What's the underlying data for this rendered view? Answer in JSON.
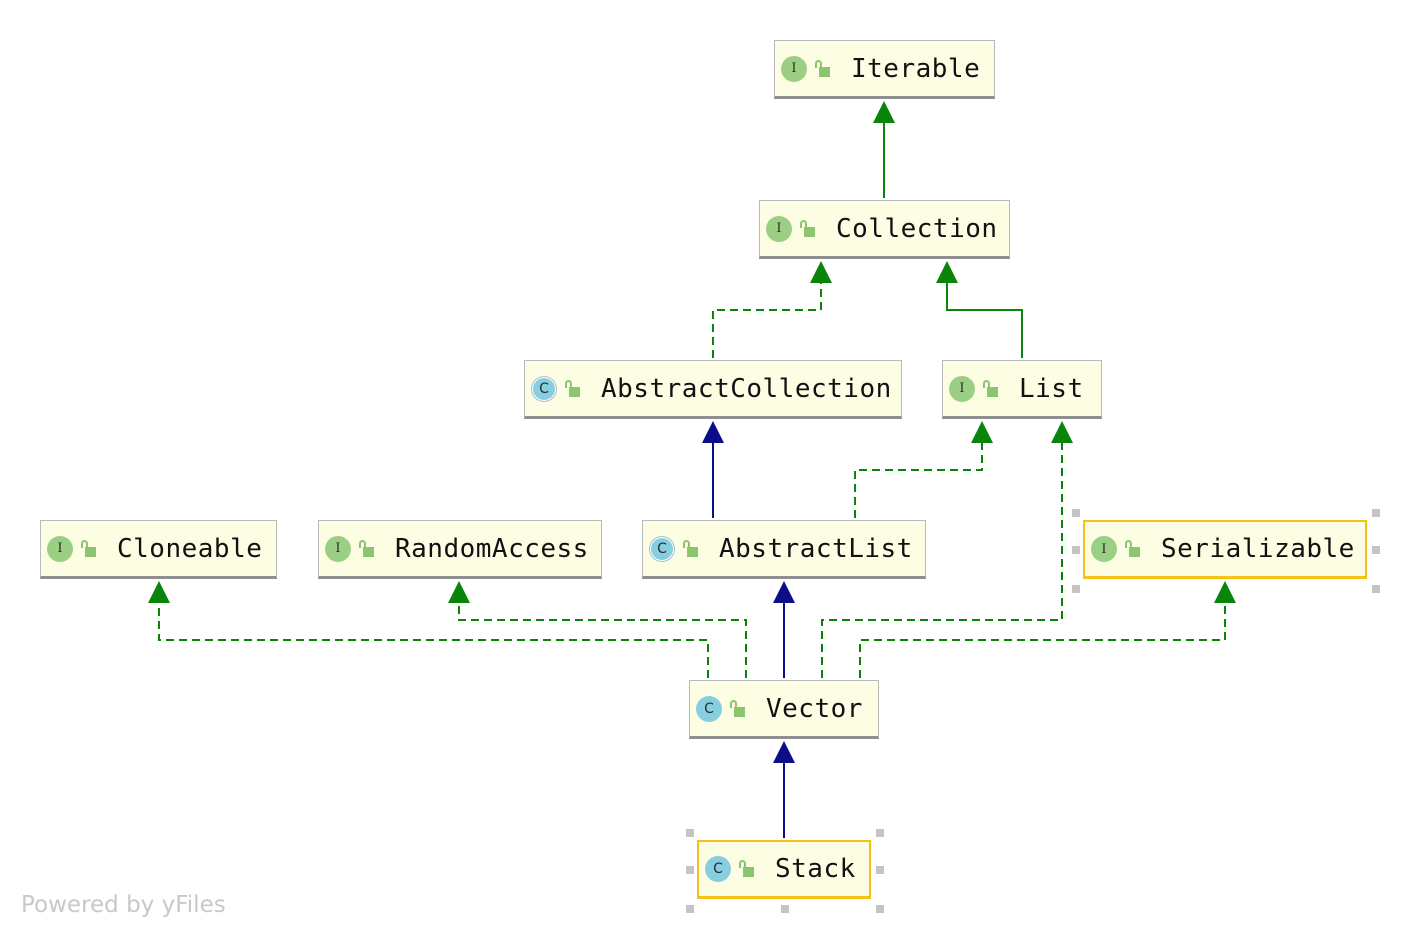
{
  "nodes": {
    "iterable": {
      "name": "Iterable",
      "kind": "I"
    },
    "collection": {
      "name": "Collection",
      "kind": "I"
    },
    "abstract_collection": {
      "name": "AbstractCollection",
      "kind": "C"
    },
    "list": {
      "name": "List",
      "kind": "I"
    },
    "cloneable": {
      "name": "Cloneable",
      "kind": "I"
    },
    "random_access": {
      "name": "RandomAccess",
      "kind": "I"
    },
    "abstract_list": {
      "name": "AbstractList",
      "kind": "C"
    },
    "serializable": {
      "name": "Serializable",
      "kind": "I"
    },
    "vector": {
      "name": "Vector",
      "kind": "C"
    },
    "stack": {
      "name": "Stack",
      "kind": "C"
    }
  },
  "relations": [
    {
      "from": "Collection",
      "to": "Iterable",
      "type": "extends"
    },
    {
      "from": "AbstractCollection",
      "to": "Collection",
      "type": "implements"
    },
    {
      "from": "List",
      "to": "Collection",
      "type": "extends"
    },
    {
      "from": "AbstractList",
      "to": "AbstractCollection",
      "type": "extends"
    },
    {
      "from": "AbstractList",
      "to": "List",
      "type": "implements"
    },
    {
      "from": "Vector",
      "to": "Cloneable",
      "type": "implements"
    },
    {
      "from": "Vector",
      "to": "RandomAccess",
      "type": "implements"
    },
    {
      "from": "Vector",
      "to": "AbstractList",
      "type": "extends"
    },
    {
      "from": "Vector",
      "to": "List",
      "type": "implements"
    },
    {
      "from": "Vector",
      "to": "Serializable",
      "type": "implements"
    },
    {
      "from": "Stack",
      "to": "Vector",
      "type": "extends"
    }
  ],
  "colors": {
    "interface_edge": "#0a850a",
    "class_edge": "#0d0d8a",
    "node_fill": "#fdfde3",
    "selection": "#f3c21b",
    "interface_badge": "#9bcf83",
    "class_badge": "#87cee0"
  },
  "icons": {
    "visibility": "unlocked-padlock-icon"
  },
  "footer": {
    "watermark": "Powered by yFiles"
  }
}
